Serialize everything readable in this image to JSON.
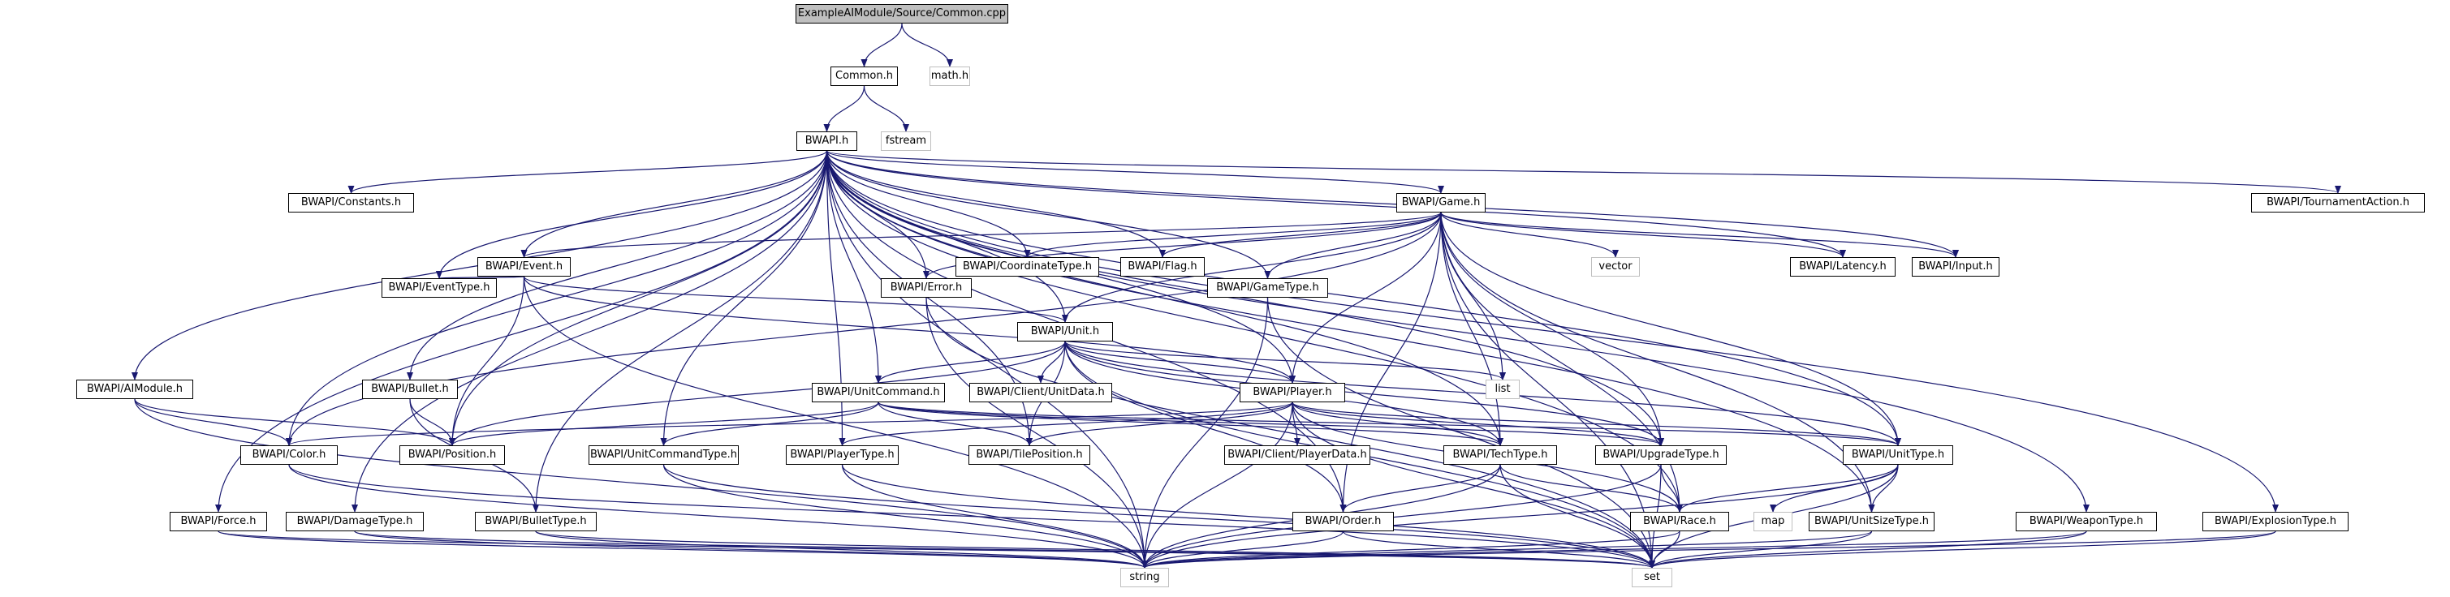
{
  "colors": {
    "edge": "#191970",
    "node_border": "#000000",
    "external_border": "#bfbfbf",
    "root_fill": "#bfbfbf"
  },
  "nodes": [
    {
      "id": "root",
      "label": "ExampleAIModule/Source/Common.cpp",
      "kind": "root"
    },
    {
      "id": "common",
      "label": "Common.h",
      "kind": "normal"
    },
    {
      "id": "math",
      "label": "math.h",
      "kind": "external"
    },
    {
      "id": "bwapi",
      "label": "BWAPI.h",
      "kind": "normal"
    },
    {
      "id": "fstream",
      "label": "fstream",
      "kind": "external"
    },
    {
      "id": "constants",
      "label": "BWAPI/Constants.h",
      "kind": "normal"
    },
    {
      "id": "game",
      "label": "BWAPI/Game.h",
      "kind": "normal"
    },
    {
      "id": "tournament",
      "label": "BWAPI/TournamentAction.h",
      "kind": "normal"
    },
    {
      "id": "event",
      "label": "BWAPI/Event.h",
      "kind": "normal"
    },
    {
      "id": "coordtype",
      "label": "BWAPI/CoordinateType.h",
      "kind": "normal"
    },
    {
      "id": "flag",
      "label": "BWAPI/Flag.h",
      "kind": "normal"
    },
    {
      "id": "vector",
      "label": "vector",
      "kind": "external"
    },
    {
      "id": "latency",
      "label": "BWAPI/Latency.h",
      "kind": "normal"
    },
    {
      "id": "input",
      "label": "BWAPI/Input.h",
      "kind": "normal"
    },
    {
      "id": "eventtype",
      "label": "BWAPI/EventType.h",
      "kind": "normal"
    },
    {
      "id": "error",
      "label": "BWAPI/Error.h",
      "kind": "normal"
    },
    {
      "id": "unit",
      "label": "BWAPI/Unit.h",
      "kind": "normal"
    },
    {
      "id": "gametype",
      "label": "BWAPI/GameType.h",
      "kind": "normal"
    },
    {
      "id": "list",
      "label": "list",
      "kind": "external"
    },
    {
      "id": "aimodule",
      "label": "BWAPI/AIModule.h",
      "kind": "normal"
    },
    {
      "id": "bullet",
      "label": "BWAPI/Bullet.h",
      "kind": "normal"
    },
    {
      "id": "unitcommand",
      "label": "BWAPI/UnitCommand.h",
      "kind": "normal"
    },
    {
      "id": "clientunitdata",
      "label": "BWAPI/Client/UnitData.h",
      "kind": "normal"
    },
    {
      "id": "player",
      "label": "BWAPI/Player.h",
      "kind": "normal"
    },
    {
      "id": "color",
      "label": "BWAPI/Color.h",
      "kind": "normal"
    },
    {
      "id": "position",
      "label": "BWAPI/Position.h",
      "kind": "normal"
    },
    {
      "id": "unitcommandtype",
      "label": "BWAPI/UnitCommandType.h",
      "kind": "normal"
    },
    {
      "id": "playertype",
      "label": "BWAPI/PlayerType.h",
      "kind": "normal"
    },
    {
      "id": "tileposition",
      "label": "BWAPI/TilePosition.h",
      "kind": "normal"
    },
    {
      "id": "clientplayerdata",
      "label": "BWAPI/Client/PlayerData.h",
      "kind": "normal"
    },
    {
      "id": "techtype",
      "label": "BWAPI/TechType.h",
      "kind": "normal"
    },
    {
      "id": "upgradetype",
      "label": "BWAPI/UpgradeType.h",
      "kind": "normal"
    },
    {
      "id": "unittype",
      "label": "BWAPI/UnitType.h",
      "kind": "normal"
    },
    {
      "id": "force",
      "label": "BWAPI/Force.h",
      "kind": "normal"
    },
    {
      "id": "damagetype",
      "label": "BWAPI/DamageType.h",
      "kind": "normal"
    },
    {
      "id": "bullettype",
      "label": "BWAPI/BulletType.h",
      "kind": "normal"
    },
    {
      "id": "order",
      "label": "BWAPI/Order.h",
      "kind": "normal"
    },
    {
      "id": "race",
      "label": "BWAPI/Race.h",
      "kind": "normal"
    },
    {
      "id": "map",
      "label": "map",
      "kind": "external"
    },
    {
      "id": "unitsizetype",
      "label": "BWAPI/UnitSizeType.h",
      "kind": "normal"
    },
    {
      "id": "weapontype",
      "label": "BWAPI/WeaponType.h",
      "kind": "normal"
    },
    {
      "id": "explosiontype",
      "label": "BWAPI/ExplosionType.h",
      "kind": "normal"
    },
    {
      "id": "string",
      "label": "string",
      "kind": "external"
    },
    {
      "id": "set",
      "label": "set",
      "kind": "external"
    }
  ],
  "edges": [
    [
      "root",
      "common"
    ],
    [
      "root",
      "math"
    ],
    [
      "common",
      "bwapi"
    ],
    [
      "common",
      "fstream"
    ],
    [
      "bwapi",
      "constants"
    ],
    [
      "bwapi",
      "game"
    ],
    [
      "bwapi",
      "tournament"
    ],
    [
      "bwapi",
      "event"
    ],
    [
      "bwapi",
      "coordtype"
    ],
    [
      "bwapi",
      "flag"
    ],
    [
      "bwapi",
      "latency"
    ],
    [
      "bwapi",
      "input"
    ],
    [
      "bwapi",
      "eventtype"
    ],
    [
      "bwapi",
      "error"
    ],
    [
      "bwapi",
      "unit"
    ],
    [
      "bwapi",
      "gametype"
    ],
    [
      "bwapi",
      "aimodule"
    ],
    [
      "bwapi",
      "bullet"
    ],
    [
      "bwapi",
      "unitcommand"
    ],
    [
      "bwapi",
      "player"
    ],
    [
      "bwapi",
      "color"
    ],
    [
      "bwapi",
      "position"
    ],
    [
      "bwapi",
      "unitcommandtype"
    ],
    [
      "bwapi",
      "playertype"
    ],
    [
      "bwapi",
      "tileposition"
    ],
    [
      "bwapi",
      "techtype"
    ],
    [
      "bwapi",
      "upgradetype"
    ],
    [
      "bwapi",
      "unittype"
    ],
    [
      "bwapi",
      "force"
    ],
    [
      "bwapi",
      "damagetype"
    ],
    [
      "bwapi",
      "bullettype"
    ],
    [
      "bwapi",
      "order"
    ],
    [
      "bwapi",
      "race"
    ],
    [
      "bwapi",
      "unitsizetype"
    ],
    [
      "bwapi",
      "weapontype"
    ],
    [
      "bwapi",
      "explosiontype"
    ],
    [
      "bwapi",
      "string"
    ],
    [
      "game",
      "event"
    ],
    [
      "game",
      "coordtype"
    ],
    [
      "game",
      "flag"
    ],
    [
      "game",
      "vector"
    ],
    [
      "game",
      "latency"
    ],
    [
      "game",
      "input"
    ],
    [
      "game",
      "error"
    ],
    [
      "game",
      "unit"
    ],
    [
      "game",
      "gametype"
    ],
    [
      "game",
      "list"
    ],
    [
      "game",
      "player"
    ],
    [
      "game",
      "techtype"
    ],
    [
      "game",
      "upgradetype"
    ],
    [
      "game",
      "unittype"
    ],
    [
      "game",
      "order"
    ],
    [
      "game",
      "race"
    ],
    [
      "game",
      "unitsizetype"
    ],
    [
      "game",
      "set"
    ],
    [
      "game",
      "color"
    ],
    [
      "event",
      "eventtype"
    ],
    [
      "event",
      "unit"
    ],
    [
      "event",
      "player"
    ],
    [
      "event",
      "position"
    ],
    [
      "event",
      "string"
    ],
    [
      "error",
      "string"
    ],
    [
      "error",
      "set"
    ],
    [
      "unit",
      "clientunitdata"
    ],
    [
      "unit",
      "unitcommand"
    ],
    [
      "unit",
      "player"
    ],
    [
      "unit",
      "list"
    ],
    [
      "unit",
      "order"
    ],
    [
      "unit",
      "techtype"
    ],
    [
      "unit",
      "upgradetype"
    ],
    [
      "unit",
      "unittype"
    ],
    [
      "unit",
      "position"
    ],
    [
      "unit",
      "tileposition"
    ],
    [
      "unit",
      "set"
    ],
    [
      "gametype",
      "string"
    ],
    [
      "gametype",
      "set"
    ],
    [
      "aimodule",
      "color"
    ],
    [
      "aimodule",
      "position"
    ],
    [
      "aimodule",
      "string"
    ],
    [
      "bullet",
      "position"
    ],
    [
      "bullet",
      "bullettype"
    ],
    [
      "unitcommand",
      "unitcommandtype"
    ],
    [
      "unitcommand",
      "position"
    ],
    [
      "unitcommand",
      "tileposition"
    ],
    [
      "unitcommand",
      "techtype"
    ],
    [
      "unitcommand",
      "upgradetype"
    ],
    [
      "unitcommand",
      "unittype"
    ],
    [
      "player",
      "clientplayerdata"
    ],
    [
      "player",
      "color"
    ],
    [
      "player",
      "playertype"
    ],
    [
      "player",
      "tileposition"
    ],
    [
      "player",
      "race"
    ],
    [
      "player",
      "techtype"
    ],
    [
      "player",
      "upgradetype"
    ],
    [
      "player",
      "unittype"
    ],
    [
      "player",
      "string"
    ],
    [
      "player",
      "set"
    ],
    [
      "color",
      "string"
    ],
    [
      "color",
      "set"
    ],
    [
      "unitcommandtype",
      "string"
    ],
    [
      "unitcommandtype",
      "set"
    ],
    [
      "playertype",
      "string"
    ],
    [
      "playertype",
      "set"
    ],
    [
      "techtype",
      "order"
    ],
    [
      "techtype",
      "race"
    ],
    [
      "techtype",
      "string"
    ],
    [
      "techtype",
      "set"
    ],
    [
      "upgradetype",
      "race"
    ],
    [
      "upgradetype",
      "string"
    ],
    [
      "upgradetype",
      "set"
    ],
    [
      "unittype",
      "race"
    ],
    [
      "unittype",
      "unitsizetype"
    ],
    [
      "unittype",
      "map"
    ],
    [
      "unittype",
      "string"
    ],
    [
      "unittype",
      "set"
    ],
    [
      "force",
      "string"
    ],
    [
      "force",
      "set"
    ],
    [
      "damagetype",
      "string"
    ],
    [
      "damagetype",
      "set"
    ],
    [
      "bullettype",
      "string"
    ],
    [
      "bullettype",
      "set"
    ],
    [
      "order",
      "string"
    ],
    [
      "order",
      "set"
    ],
    [
      "race",
      "string"
    ],
    [
      "race",
      "set"
    ],
    [
      "unitsizetype",
      "string"
    ],
    [
      "unitsizetype",
      "set"
    ],
    [
      "weapontype",
      "string"
    ],
    [
      "weapontype",
      "set"
    ],
    [
      "explosiontype",
      "string"
    ],
    [
      "explosiontype",
      "set"
    ]
  ]
}
